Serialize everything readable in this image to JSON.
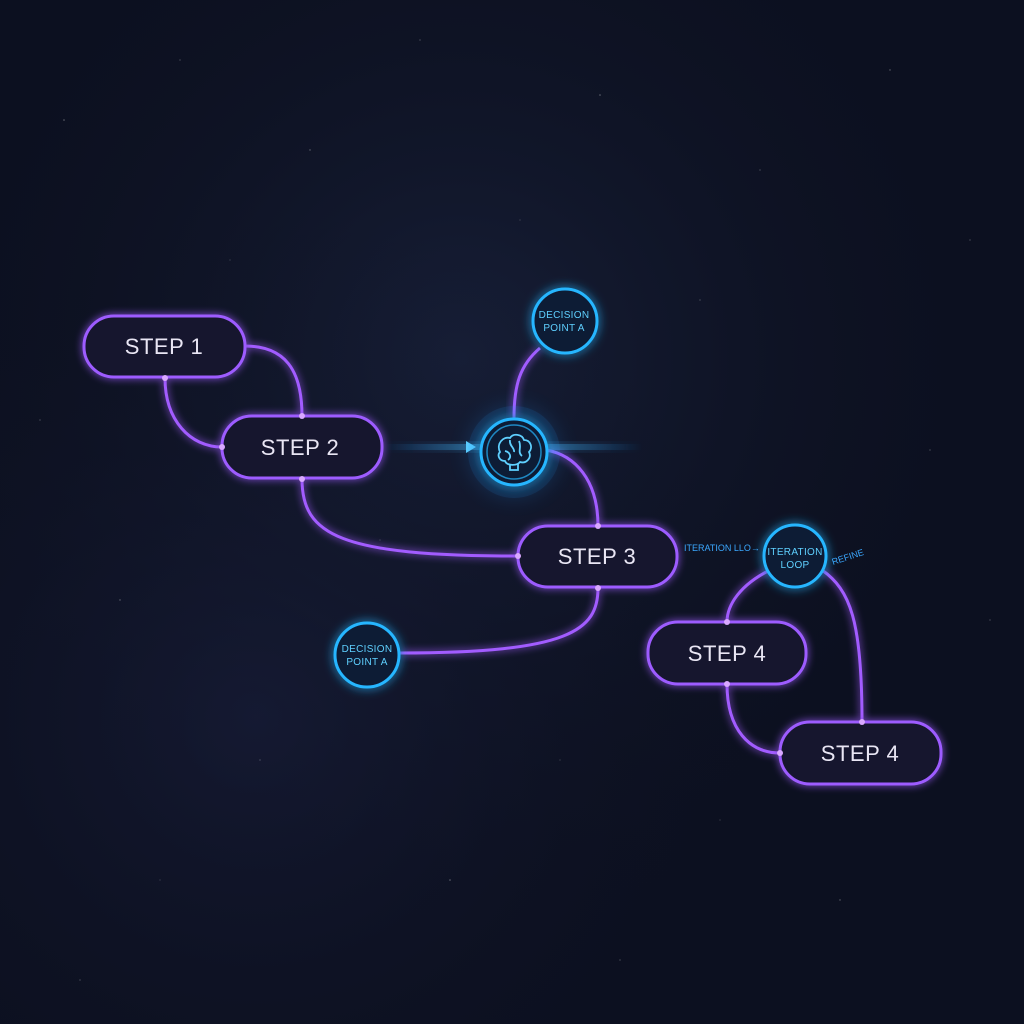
{
  "steps": {
    "step1": "STEP 1",
    "step2": "STEP 2",
    "step3": "STEP 3",
    "step4a": "STEP 4",
    "step4b": "STEP 4"
  },
  "decisions": {
    "top": [
      "DECISION",
      "POINT A"
    ],
    "bottom": [
      "DECISION",
      "POINT A"
    ]
  },
  "iteration_loop": {
    "node": [
      "ITERATION",
      "LOOP"
    ],
    "connector_label": "ITERATION LLO→",
    "refine_label": "REFINE"
  },
  "hub_icon": "brain-icon",
  "colors": {
    "background": "#0d1120",
    "step_border": "#9d5cff",
    "connector": "#a25bff",
    "decision_border": "#28b6ff",
    "hub_glow": "#1e9bff",
    "step_text": "#e9e6f4",
    "accent_text": "#5fd0ff"
  }
}
